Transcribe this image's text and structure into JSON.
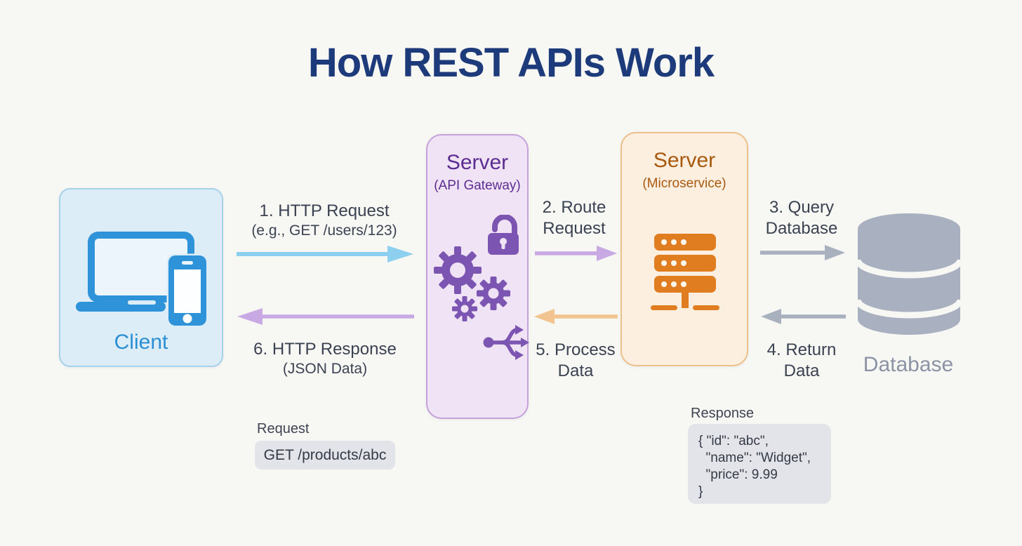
{
  "title": "How REST APIs Work",
  "client": {
    "label": "Client"
  },
  "gateway": {
    "title": "Server",
    "subtitle": "(API Gateway)"
  },
  "microservice": {
    "title": "Server",
    "subtitle": "(Microservice)"
  },
  "database": {
    "label": "Database"
  },
  "steps": {
    "s1": {
      "line1": "1. HTTP Request",
      "line2": "(e.g., GET /users/123)",
      "direction": "right"
    },
    "s2": {
      "line1": "2. Route",
      "line2": "Request",
      "direction": "right"
    },
    "s3": {
      "line1": "3. Query",
      "line2": "Database",
      "direction": "right"
    },
    "s4": {
      "line1": "4. Return",
      "line2": "Data",
      "direction": "left"
    },
    "s5": {
      "line1": "5. Process",
      "line2": "Data",
      "direction": "left"
    },
    "s6": {
      "line1": "6. HTTP Response",
      "line2": "(JSON Data)",
      "direction": "left"
    }
  },
  "request_panel": {
    "label": "Request",
    "code": "GET /products/abc"
  },
  "response_panel": {
    "label": "Response",
    "code": "{ \"id\": \"abc\",\n  \"name\": \"Widget\",\n  \"price\": 9.99\n}"
  },
  "colors": {
    "title_navy": "#1d3b7a",
    "client_blue": "#2e93d8",
    "client_box_bg": "#dcedf8",
    "gateway_purple": "#7c55b2",
    "gateway_box_bg": "#f0e3f6",
    "microservice_orange": "#e07d20",
    "microservice_box_bg": "#fcefdf",
    "database_gray": "#a9b0c0",
    "arrow_blue": "#8ccfee",
    "arrow_purple": "#c9a9e3",
    "arrow_gray": "#a9b1bf",
    "arrow_orange": "#f2c48f",
    "label_dark": "#3b4251",
    "code_box_bg": "#e2e4e9"
  }
}
